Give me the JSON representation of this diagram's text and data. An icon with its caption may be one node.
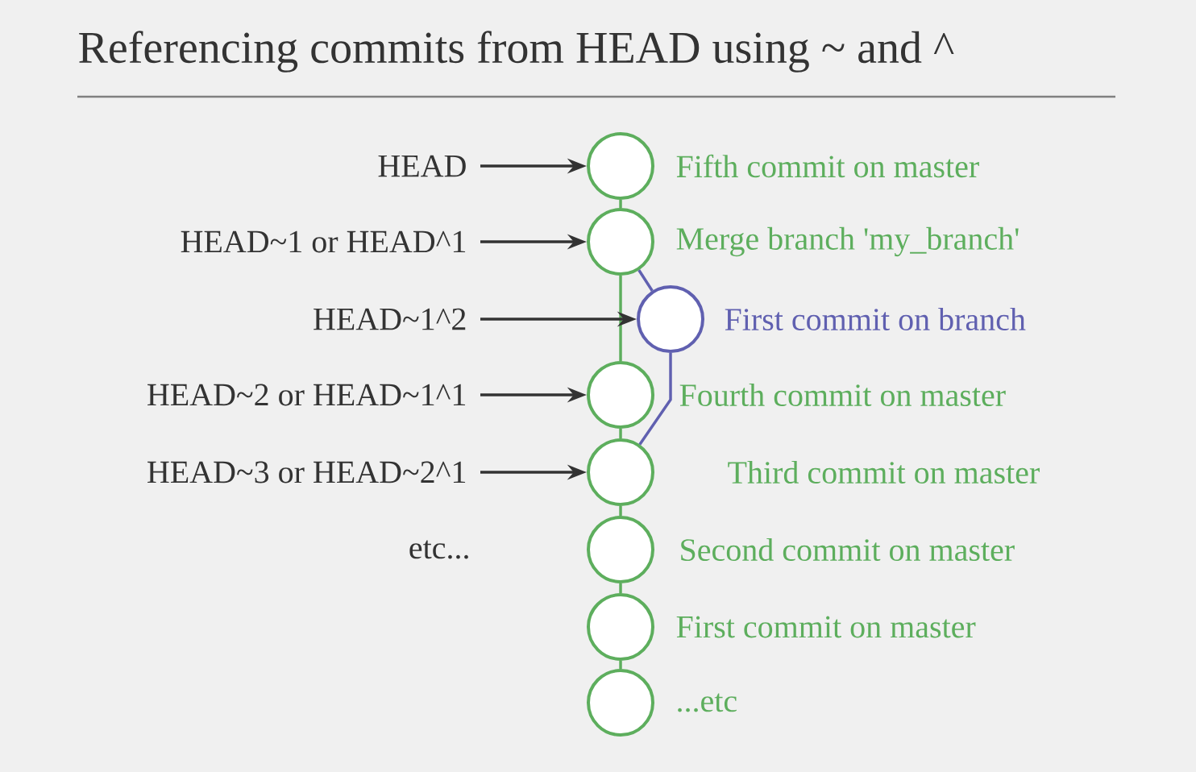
{
  "diagram": {
    "title": "Referencing commits from HEAD using ~ and ^",
    "nodes": [
      {
        "text": [],
        "shape": "circle",
        "beside": [
          "Fifth commit on master"
        ]
      },
      {
        "text": [],
        "shape": "circle",
        "beside": [
          "Merge branch 'my_branch'"
        ]
      },
      {
        "text": [],
        "shape": "circle",
        "beside": [
          "First commit on branch"
        ]
      },
      {
        "text": [],
        "shape": "circle",
        "beside": [
          "Fourth commit on master"
        ]
      },
      {
        "text": [],
        "shape": "circle",
        "beside": [
          "Third commit on master"
        ]
      },
      {
        "text": [],
        "shape": "circle",
        "beside": [
          "Second commit on master"
        ]
      },
      {
        "text": [],
        "shape": "circle",
        "beside": [
          "First commit on master"
        ]
      },
      {
        "text": [],
        "shape": "circle",
        "beside": [
          "...etc"
        ]
      },
      {
        "text": [
          "HEAD"
        ]
      },
      {
        "text": [
          "HEAD~1 or HEAD^1"
        ]
      },
      {
        "text": [
          "HEAD~1^2"
        ]
      },
      {
        "text": [
          "HEAD~2 or HEAD~1^1"
        ]
      },
      {
        "text": [
          "HEAD~3 or HEAD~2^1"
        ]
      }
    ],
    "edges": [
      {
        "from": 0,
        "to": 1,
        "arrow": "none",
        "color": "#5dae5d"
      },
      {
        "from": 1,
        "to": 3,
        "arrow": "none",
        "color": "#5dae5d"
      },
      {
        "from": 3,
        "to": 4,
        "arrow": "none",
        "color": "#5dae5d"
      },
      {
        "from": 4,
        "to": 5,
        "arrow": "none",
        "color": "#5dae5d"
      },
      {
        "from": 5,
        "to": 6,
        "arrow": "none",
        "color": "#5dae5d"
      },
      {
        "from": 6,
        "to": 7,
        "arrow": "none",
        "color": "#5dae5d"
      },
      {
        "from": 1,
        "to": 2,
        "arrow": "none",
        "color": "#6060b0"
      },
      {
        "from": 2,
        "to": 4,
        "arrow": "none",
        "color": "#6060b0"
      },
      {
        "from": 8,
        "to": 0,
        "arrow": "to",
        "color": "#333333"
      },
      {
        "from": 9,
        "to": 1,
        "arrow": "to",
        "color": "#333333"
      },
      {
        "from": 10,
        "to": 2,
        "arrow": "to",
        "color": "#333333"
      },
      {
        "from": 11,
        "to": 3,
        "arrow": "to",
        "color": "#333333"
      },
      {
        "from": 12,
        "to": 4,
        "arrow": "to",
        "color": "#333333"
      }
    ],
    "labels": [
      "etc..."
    ]
  }
}
